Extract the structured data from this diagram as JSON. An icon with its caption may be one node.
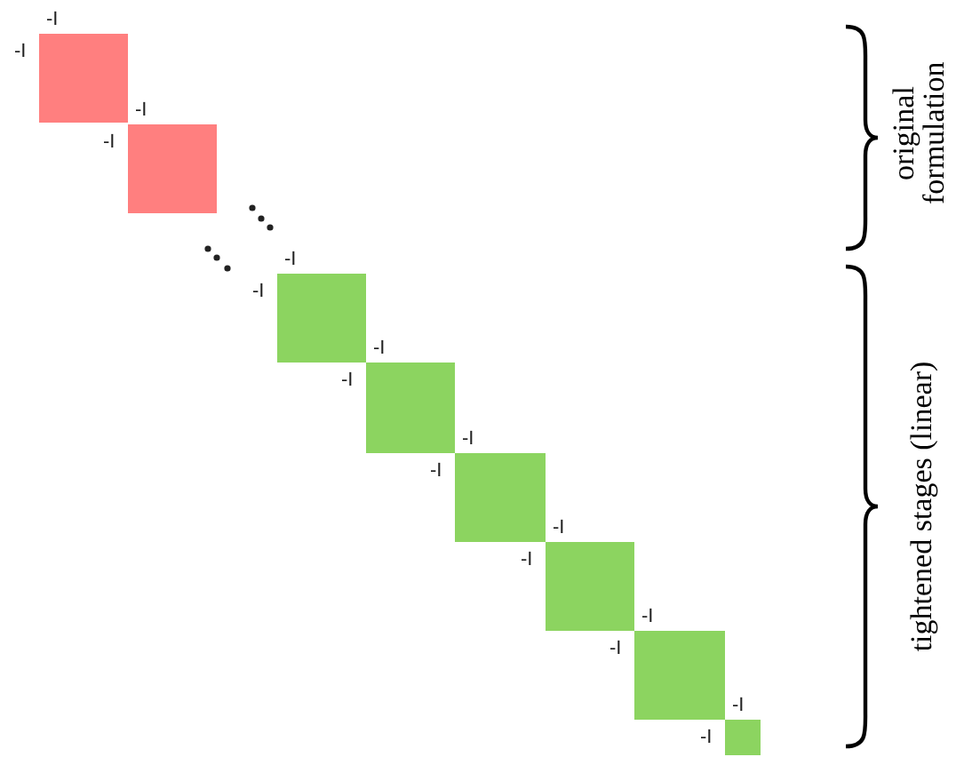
{
  "diagram": {
    "nodes": [
      {
        "text": [],
        "shape": "box",
        "beside": [
          "-I",
          "-I"
        ]
      },
      {
        "text": [],
        "shape": "box",
        "beside": [
          "-I",
          "-I"
        ]
      },
      {
        "text": [],
        "shape": "box",
        "beside": [
          "-I",
          "-I"
        ]
      },
      {
        "text": [],
        "shape": "box",
        "beside": [
          "-I",
          "-I"
        ]
      },
      {
        "text": [],
        "shape": "box",
        "beside": [
          "-I",
          "-I"
        ]
      },
      {
        "text": [],
        "shape": "box",
        "beside": [
          "-I",
          "-I"
        ]
      },
      {
        "text": [],
        "shape": "box",
        "beside": [
          "-I",
          "-I"
        ]
      },
      {
        "text": [],
        "shape": "box",
        "beside": [
          "-I",
          "-I"
        ]
      }
    ],
    "labels": [
      "original formulation",
      "tightened stages (linear)"
    ]
  }
}
